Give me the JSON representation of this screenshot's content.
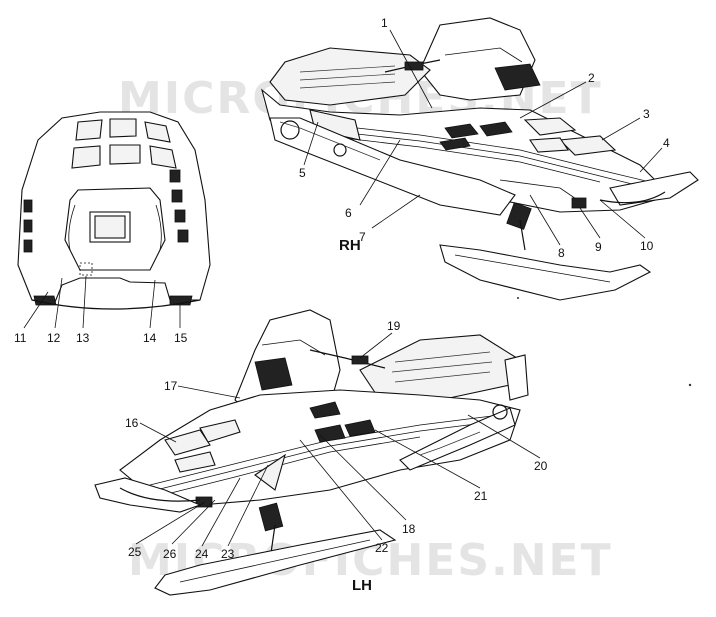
{
  "watermark": "MICROFICHES.NET",
  "views": {
    "rh": "RH",
    "lh": "LH"
  },
  "callouts": [
    "1",
    "2",
    "3",
    "4",
    "5",
    "6",
    "7",
    "8",
    "9",
    "10",
    "11",
    "12",
    "13",
    "14",
    "15",
    "16",
    "17",
    "18",
    "19",
    "20",
    "21",
    "22",
    "23",
    "24",
    "25",
    "26"
  ]
}
